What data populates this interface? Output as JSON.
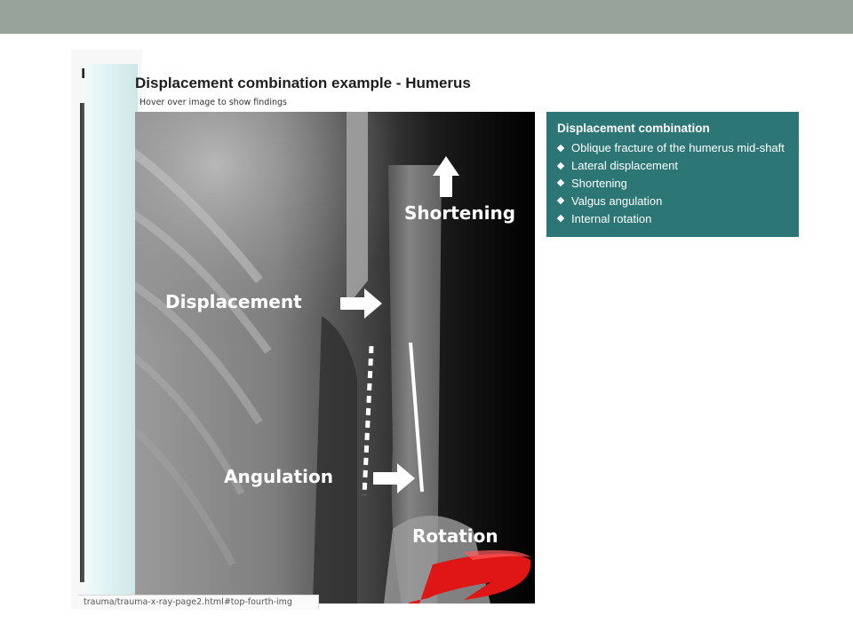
{
  "slide": {
    "title": "Displacement combination example - Humerus",
    "hint": "Hover over image to show findings"
  },
  "background_page": {
    "cut_letter": "D"
  },
  "xray": {
    "labels": {
      "shortening": "Shortening",
      "displacement": "Displacement",
      "angulation": "Angulation",
      "rotation": "Rotation"
    }
  },
  "findings": {
    "title": "Displacement combination",
    "items": [
      "Oblique fracture of the humerus mid-shaft",
      "Lateral displacement",
      "Shortening",
      "Valgus angulation",
      "Internal rotation"
    ]
  },
  "status_bar": {
    "url": "trauma/trauma-x-ray-page2.html#top-fourth-img"
  },
  "colors": {
    "top_band": "#98a49b",
    "findings_bg": "#2c7675",
    "rotation_arrow": "#e01515"
  }
}
